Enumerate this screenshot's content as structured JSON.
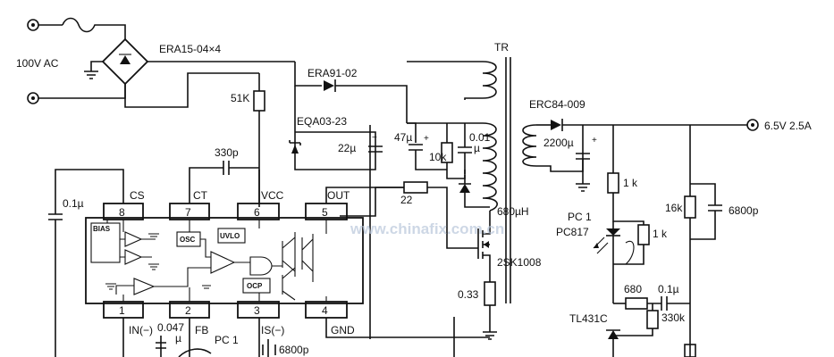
{
  "labels": {
    "ac_input": "100V AC",
    "bridge": "ERA15-04×4",
    "transformer": "TR",
    "clamp_diode": "ERA91-02",
    "start_resistor": "51K",
    "zener": "EQA03-23",
    "cap_22u": "22µ",
    "cap_330p": "330p",
    "cap_47u": "47µ",
    "res_10k": "10k",
    "cap_001u": "0.01",
    "cap_001u_unit": "µ",
    "inductance": "680µH",
    "gate_res": "22",
    "mosfet": "2SK1008",
    "sense_res": "0.33",
    "cap_01u_left": "0.1µ",
    "out_diode": "ERC84-009",
    "out_cap": "2200µ",
    "output": "6.5V 2.5A",
    "res_1k_a": "1 k",
    "res_1k_b": "1 k",
    "optocoupler_a": "PC 1",
    "optocoupler_b": "PC817",
    "res_16k": "16k",
    "cap_6800p_out": "6800p",
    "res_680": "680",
    "cap_01u_fb": "0.1µ",
    "res_330k": "330k",
    "shunt_ref": "TL431C",
    "in_minus": "IN(−)",
    "fb": "FB",
    "cap_0047": "0.047",
    "cap_0047_unit": "µ",
    "pc1_bottom": "PC 1",
    "is_minus": "IS(−)",
    "gnd": "GND",
    "cap_6800p_bottom": "6800p",
    "watermark": "www.chinafix.com.cn"
  },
  "ic": {
    "pins_top": [
      {
        "num": "8",
        "name": "CS"
      },
      {
        "num": "7",
        "name": "CT"
      },
      {
        "num": "6",
        "name": "VCC"
      },
      {
        "num": "5",
        "name": "OUT"
      }
    ],
    "pins_bottom": [
      {
        "num": "1"
      },
      {
        "num": "2"
      },
      {
        "num": "3"
      },
      {
        "num": "4"
      }
    ],
    "blocks": {
      "bias": "BIAS",
      "osc": "OSC",
      "uvlo": "UVLO",
      "ocp": "OCP"
    }
  }
}
